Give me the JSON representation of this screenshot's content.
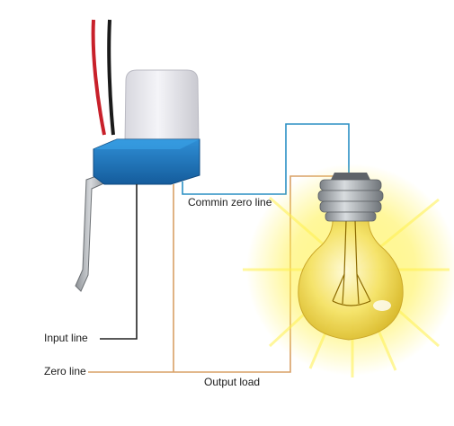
{
  "labels": {
    "commin_zero_line": "Commin zero line",
    "input_line": "Input line",
    "zero_line": "Zero line",
    "output_load": "Output load"
  },
  "components": {
    "sensor": "photocell-light-sensor-icon",
    "bulb": "light-bulb-icon"
  },
  "colors": {
    "commin_wire": "#2a8fc4",
    "input_wire": "#222222",
    "zero_output_wire": "#d9a066",
    "sensor_base": "#1f76bd",
    "sensor_cap": "#e9e9ee",
    "bulb_glow": "#fff14d",
    "bulb_glass": "#f2dc55",
    "bulb_socket": "#b0b4b8"
  }
}
